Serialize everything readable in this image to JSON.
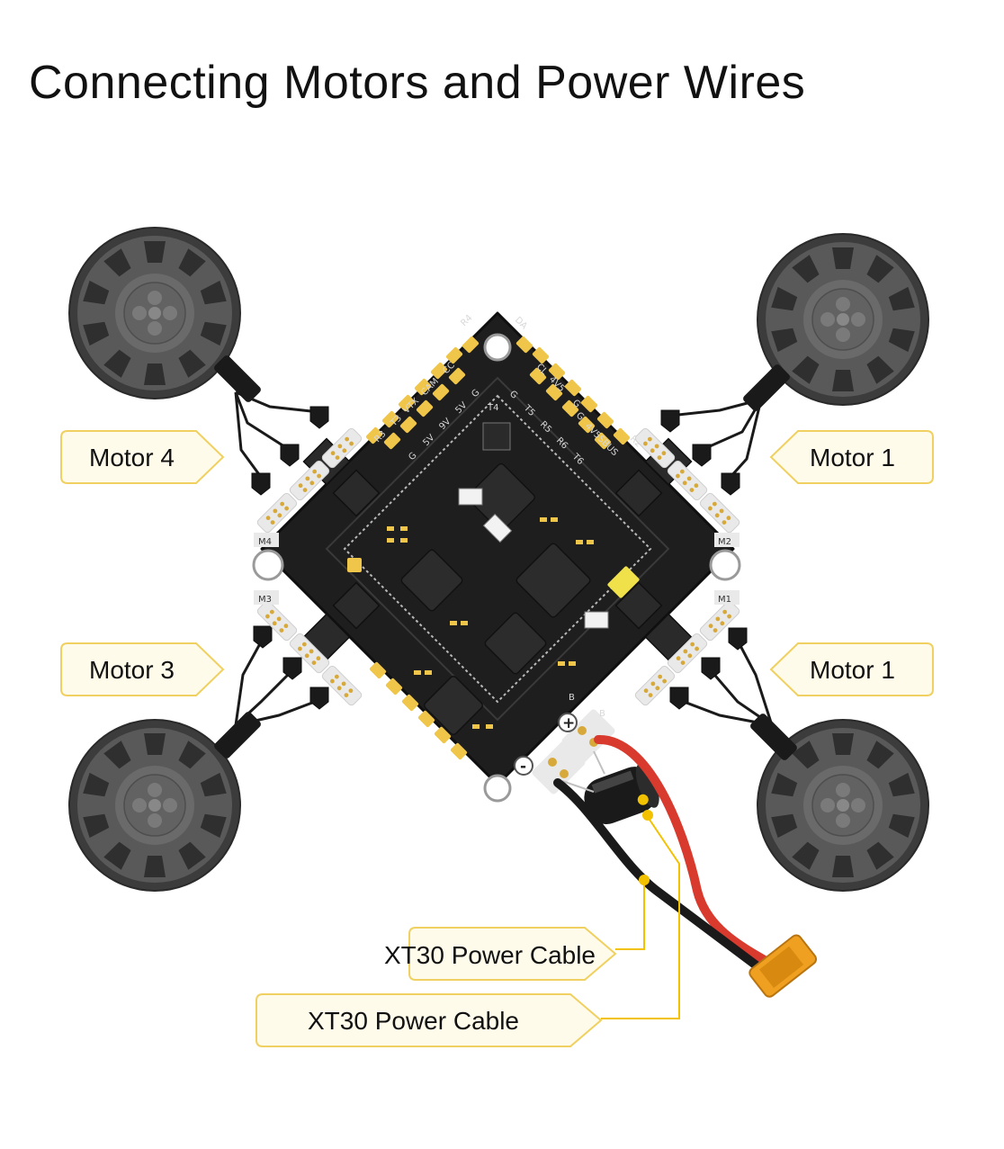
{
  "title": "Connecting Motors and Power Wires",
  "callouts": {
    "motor_top_left": "Motor 4",
    "motor_top_right": "Motor 1",
    "motor_bottom_left": "Motor 3",
    "motor_bottom_right": "Motor 1",
    "power_cable_upper": "XT30 Power Cable",
    "power_cable_lower": "XT30 Power Cable"
  },
  "board": {
    "motor_pads": [
      "M4",
      "M2",
      "M3",
      "M1"
    ],
    "top_left_pads": [
      "R4",
      "R3",
      "T3",
      "VTX",
      "CAM",
      "CC",
      "G",
      "5V",
      "9V",
      "5V",
      "G",
      "T4"
    ],
    "top_right_pads": [
      "DA",
      "CL",
      "4V5",
      "G",
      "G",
      "T5",
      "R5",
      "G",
      "4V5",
      "SBUS",
      "R6",
      "T6",
      "R2"
    ],
    "power_pads": [
      "+",
      "-",
      "B",
      "B"
    ]
  },
  "colors": {
    "callout_border": "#f0d060",
    "callout_fill": "#fffbea",
    "leader_line": "#f2c200",
    "board": "#1e1e1e",
    "pad_gold": "#f0c64a",
    "wire_red": "#d83a2e",
    "wire_black": "#1a1a1a",
    "connector": "#f0a020"
  }
}
